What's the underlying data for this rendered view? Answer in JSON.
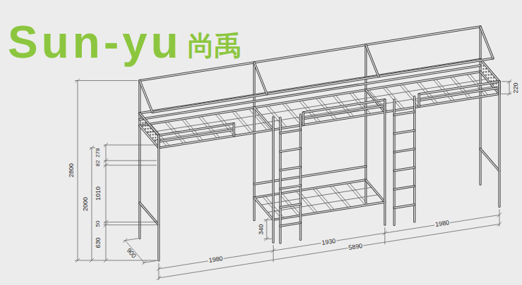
{
  "diagram": {
    "labels": [
      "Sun-yu",
      "尚禹",
      "220",
      "2800",
      "2000",
      "1010",
      "82",
      "278",
      "50",
      "630",
      "340",
      "900",
      "1980",
      "1930",
      "5890",
      "1980"
    ]
  }
}
